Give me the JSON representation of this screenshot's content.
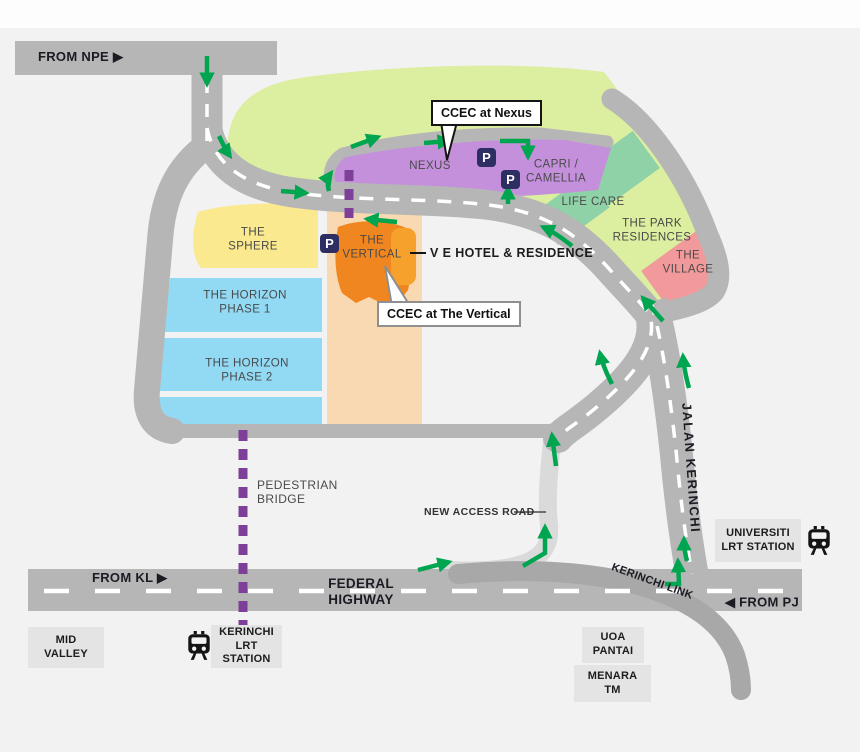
{
  "roads": {
    "from_npe": "FROM NPE",
    "from_kl": "FROM KL",
    "from_pj": "FROM PJ",
    "federal_highway": [
      "FEDERAL",
      "HIGHWAY"
    ],
    "jalan_kerinchi": "JALAN KERINCHI",
    "kerinchi_link": "KERINCHI LINK",
    "new_access_road": "NEW ACCESS ROAD",
    "pedestrian_bridge": [
      "PEDESTRIAN",
      "BRIDGE"
    ]
  },
  "callouts": {
    "ccec_nexus": "CCEC at Nexus",
    "ccec_vertical": "CCEC at The Vertical",
    "ve_hotel": "V E HOTEL & RESIDENCE"
  },
  "blocks": {
    "nexus": "NEXUS",
    "sphere": [
      "THE",
      "SPHERE"
    ],
    "horizon1": [
      "THE HORIZON",
      "PHASE 1"
    ],
    "horizon2": [
      "THE HORIZON",
      "PHASE 2"
    ],
    "vertical": [
      "THE",
      "VERTICAL"
    ],
    "capri": [
      "CAPRI /",
      "CAMELLIA"
    ],
    "life_care": "LIFE CARE",
    "park_residences": [
      "THE PARK",
      "RESIDENCES"
    ],
    "village": [
      "THE",
      "VILLAGE"
    ]
  },
  "stations": {
    "universiti": [
      "UNIVERSITI",
      "LRT STATION"
    ],
    "kerinchi": [
      "KERINCHI",
      "LRT STATION"
    ]
  },
  "landmarks": {
    "mid_valley": [
      "MID",
      "VALLEY"
    ],
    "uoa_pantai": [
      "UOA",
      "PANTAI"
    ],
    "menara_tm": [
      "MENARA",
      "TM"
    ]
  },
  "icons": {
    "parking": "P",
    "dir_right": "▶",
    "dir_left": "◀"
  },
  "colors": {
    "road": "#b6b6b6",
    "road_link": "#a8a8a8",
    "road_light": "#dadada",
    "arrow_green": "#00a550",
    "bridge_purple": "#7e3f98",
    "nexus_purple": "#c490dc",
    "park_green": "#dcee9f",
    "residence_teal": "#8fd2a7",
    "village_pink": "#f2999b",
    "sphere_yellow": "#fbe98f",
    "horizon_blue": "#92d9f4",
    "vertical_orange": "#f0861f",
    "vertical_orange_light": "#f5a12b",
    "vertical_tan": "#f8d9b2",
    "parking_navy": "#2d2e62"
  }
}
